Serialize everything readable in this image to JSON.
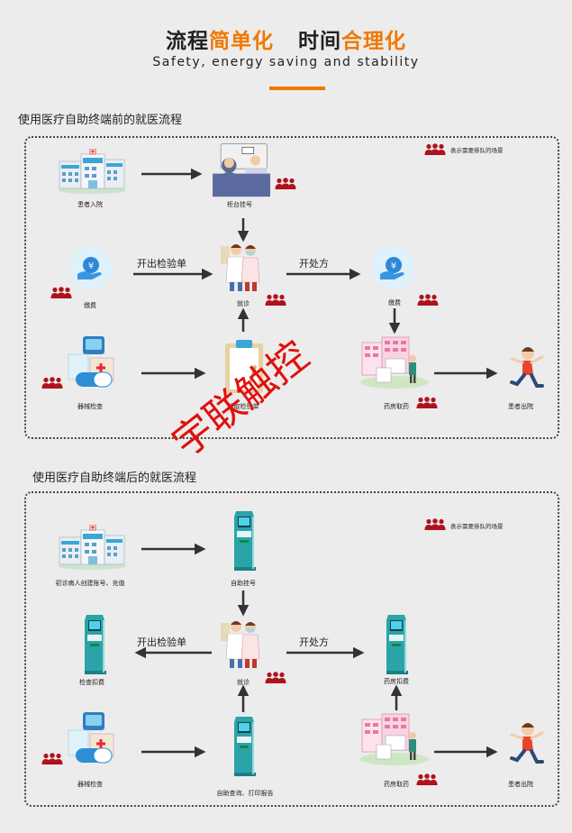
{
  "header": {
    "title_a": "流程",
    "title_b": "简单化",
    "title_c": "时间",
    "title_d": "合理化",
    "subtitle": "Safety, energy saving and stability"
  },
  "watermark": "宇联触控",
  "colors": {
    "accent": "#f07800",
    "queue_icon": "#b0121c",
    "terminal": "#2aa4a8",
    "watermark": "#e01010"
  },
  "before": {
    "heading": "使用医疗自助终端前的就医流程",
    "legend": "表示需要排队的场景",
    "nodes": {
      "admit": "患者入院",
      "counter": "柜台挂号",
      "pay1": "缴费",
      "doctor": "就诊",
      "pay2": "缴费",
      "device": "器械检查",
      "report": "领取检验单",
      "pharmacy": "药房取药",
      "discharge": "患者出院"
    },
    "edges": {
      "test_order": "开出检验单",
      "prescribe": "开处方"
    }
  },
  "after": {
    "heading": "使用医疗自助终端后的就医流程",
    "legend": "表示需要排队的场景",
    "nodes": {
      "admit": "初诊病人创建账号、充值",
      "selfreg": "自助挂号",
      "exampay": "检查扣费",
      "doctor": "就诊",
      "drugpay": "药房扣费",
      "device": "器械检查",
      "selfprint": "自助查询、打印报告",
      "pharmacy": "药房取药",
      "discharge": "患者出院"
    },
    "edges": {
      "test_order": "开出检验单",
      "prescribe": "开处方"
    }
  }
}
